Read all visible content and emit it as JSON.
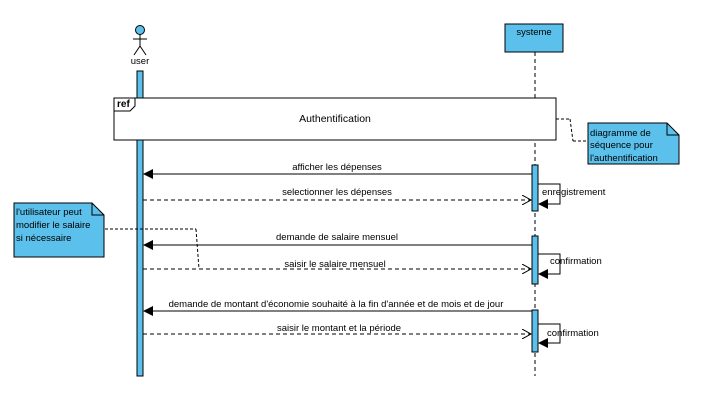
{
  "participants": {
    "user": {
      "label": "user"
    },
    "systeme": {
      "label": "systeme"
    }
  },
  "ref": {
    "tag": "ref",
    "label": "Authentification"
  },
  "notes": {
    "right": [
      "diagramme de",
      "séquence pour",
      "l'authentification"
    ],
    "left": [
      "l'utilisateur peut",
      "modifier le salaire",
      "si nécessaire"
    ]
  },
  "messages": [
    {
      "label": "afficher les dépenses",
      "kind": "call"
    },
    {
      "label": "selectionner les dépenses",
      "kind": "reply"
    },
    {
      "label": "enregistrement",
      "kind": "self"
    },
    {
      "label": "demande de salaire mensuel",
      "kind": "call"
    },
    {
      "label": "saisir le salaire mensuel",
      "kind": "reply"
    },
    {
      "label": "confirmation",
      "kind": "self"
    },
    {
      "label": "demande de montant d'économie souhaité à la fin d'année et de mois et de jour",
      "kind": "call"
    },
    {
      "label": "saisir le montant et la période",
      "kind": "reply"
    },
    {
      "label": "confirmation",
      "kind": "self"
    }
  ],
  "colors": {
    "activation": "#5bc0eb",
    "note": "#5bc0eb",
    "participant": "#5bc0eb",
    "line": "#000000"
  }
}
